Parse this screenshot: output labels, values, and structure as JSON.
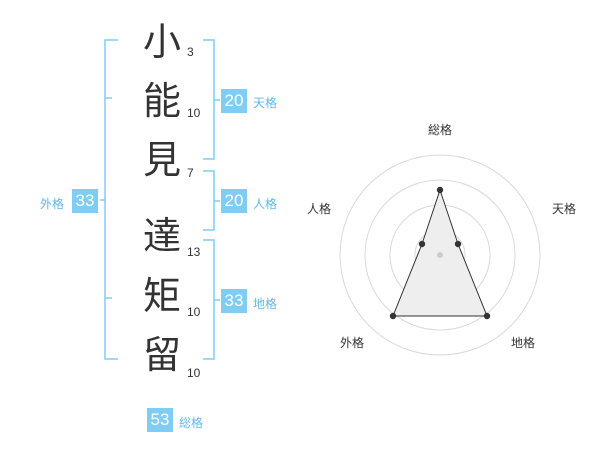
{
  "name_chars": [
    {
      "char": "小",
      "strokes": "3"
    },
    {
      "char": "能",
      "strokes": "10"
    },
    {
      "char": "見",
      "strokes": "7"
    },
    {
      "char": "達",
      "strokes": "13"
    },
    {
      "char": "矩",
      "strokes": "10"
    },
    {
      "char": "留",
      "strokes": "10"
    }
  ],
  "kaku": {
    "tenkaku": {
      "value": "20",
      "label": "天格"
    },
    "jinkaku": {
      "value": "20",
      "label": "人格"
    },
    "chikaku": {
      "value": "33",
      "label": "地格"
    },
    "gaikaku": {
      "value": "33",
      "label": "外格"
    },
    "soukaku": {
      "value": "53",
      "label": "総格"
    }
  },
  "radar": {
    "labels": {
      "top": "総格",
      "right": "天格",
      "bottom_right": "地格",
      "bottom_left": "外格",
      "left": "人格"
    },
    "levels": [
      1,
      2,
      3
    ],
    "colors": {
      "grid": "#d9d9d9",
      "fill": "#eeeeee",
      "line": "#333333",
      "point": "#333333"
    }
  },
  "colors": {
    "accent": "#7fcdf3",
    "accent_text": "#60b8e6"
  }
}
